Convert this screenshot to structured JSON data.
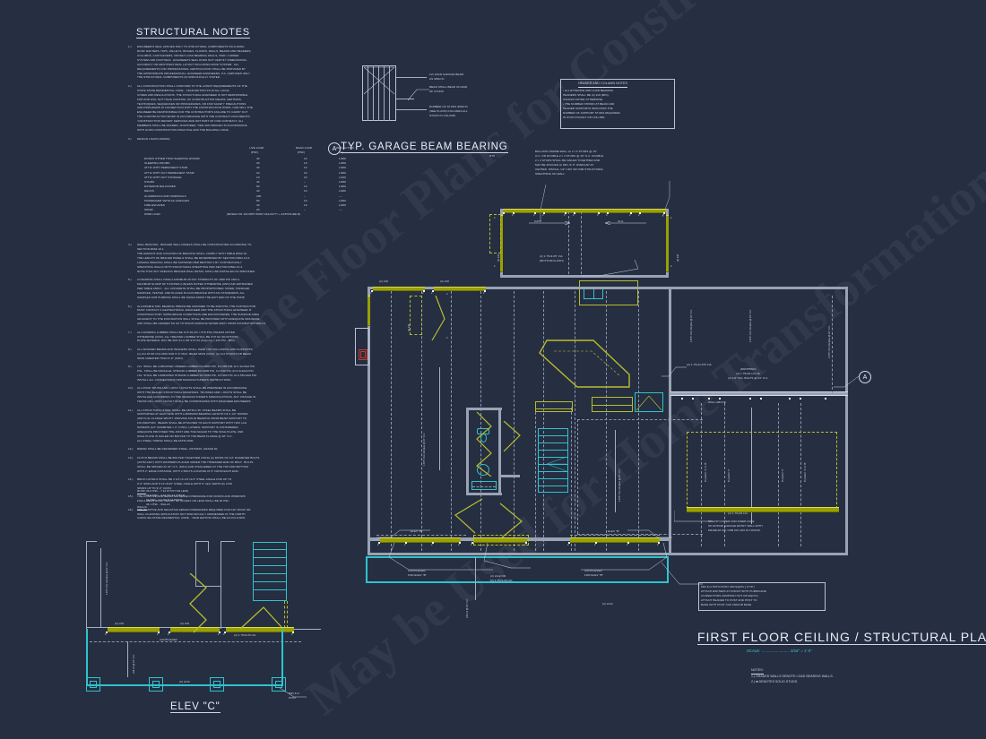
{
  "sheet": {
    "bg_color": "#262e42",
    "watermark_line1": "© Home Floor Plans for Construction",
    "watermark_line2": "May be Used for Home Transformations"
  },
  "structural_notes": {
    "heading": "STRUCTURAL NOTES",
    "items": [
      {
        "n": "1.)",
        "lines": [
          "ENGINEER'S SEAL APPLIES ONLY TO STRUCTURAL COMPONENTS INCLUDING",
          "ROOF RAFTERS, HIPS, VALLEYS, RIDGES, FLOORS, WALLS, BEAMS AND HEADERS,",
          "COLUMNS, CANTILEVERS, OFFSET LOAD BEARING WALLS, PIER / GIRDER",
          "SYSTEM AND FOOTINGS.  ENGINEER'S SEAL DOES NOT CERTIFY DIMENSIONAL",
          "ACCURACY OR ARCHITECTURAL LAYOUT INCLUDING ROOF SYSTEM.  ALL",
          "REQUIREMENTS FOR PROFESSIONAL CERTIFICATION SHALL BE PROVIDED BY",
          "THE APPROPRIATE PROFESSIONAL. ENGINEER ENGINEERS, P.A. CERTIFIES ONLY",
          "THE STRUCTURAL COMPONENTS AS SPECIFICALLY STATED."
        ]
      },
      {
        "n": "2.)",
        "lines": [
          "ALL CONSTRUCTION SHALL CONFORM TO THE LATEST REQUIREMENTS OF THE",
          "STATE STATE RESIDENTIAL CODE - YEAR EDITION PLUS ALL LOCAL",
          "CODES AND REGULATIONS. THE STRUCTURAL ENGINEER IS NOT RESPONSIBLE",
          "FOR AND WILL NOT HAVE CONTROL OF CONSTRUCTION MEANS, METHODS,",
          "TECHNIQUES, SEQUENCES OR PROCEDURES, OR FOR SAFETY PRECAUTIONS",
          "AND PROGRAMS IN CONNECTION WITH THE CONSTRUCTION WORK, NOR WILL THE",
          "ENGINEER BE RESPONSIBLE FOR THE CONTRACTOR'S FAILURE TO CARRY OUT",
          "THE CONSTRUCTION WORK IN ACCORDANCE WITH THE CONTRACT DOCUMENTS.",
          "'CONSTRUCTION REVIEW' SERVICES ARE NOT PART OF OUR CONTRACT. ALL",
          "MEMBERS SHALL BE FRAMED, ANCHORED, TIED AND BRACED IN ACCORDANCE",
          "WITH GOOD CONSTRUCTION PRACTICE AND THE BUILDING CODE."
        ]
      },
      {
        "n": "3.)",
        "lines": [
          "DESIGN LOADS (RG804)"
        ]
      },
      {
        "n": "4.)",
        "lines": [
          "WALL BRACING:  BRACED WALL PANELS SHALL BE CONSTRUCTED ACCORDING TO",
          "SECTION R602.10.1.",
          "THE AMOUNT AND LOCATION OF BRACING SHALL COMPLY WITH TABLE R602.10.",
          "THE LENGTH OF BRACED PANELS SHALL BE DETERMINED BY SECTION R602.10.4.",
          "LATERAL BRACING SHALL BE SATISFIED PER METHOD 3 BY CONTINUOUSLY",
          "SHEATHING WALLS WITH STRUCTURAL SHEATHING PER SECTION R602.10.3.",
          "NOTE THAT ANY SPECIFIC BRACED WALL DETAIL SHALL BE INSTALLED AS SPECIFIED."
        ]
      },
      {
        "n": "5.)",
        "lines": [
          "CONCRETE SHALL HAVE A MINIMUM 28 DAY STRENGTH OF 3000 PSI AND A",
          "MAXIMUM SLUMP OF 5 INCHES (UNLESS NOTED OTHERWISE (UNO) AIR ENTRAINED",
          "PER TABLE A603.1.  ALL CONCRETE SHALL BE PROPORTIONED, MIXED, HANDLED,",
          "SAMPLED, TESTED, AND PLACED IN ACCORDANCE WITH ACI STANDARDS. ALL",
          "SAMPLES FOR PUMPING SHALL BE TAKEN FROM THE EXIT END OF THE PUMP."
        ]
      },
      {
        "n": "6.)",
        "lines": [
          "ALLOWABLE SOIL BEARING PRESSURE ASSUMED TO BE 2000 PSF. THE CONTRACTOR",
          "MUST CONTACT A GEOTECHNICAL ENGINEER AND THE STRUCTURAL ENGINEER IF",
          "UNSATISFACTORY SUBSURFACE CONDITIONS ARE ENCOUNTERED. THE SURFACE AREA",
          "ADJACENT TO THE FOUNDATION WALL SHALL BE PROVIDED WITH ADEQUATE DRAINAGE",
          "AND SHALL BE GRADED SO AS TO DRAIN SURFACE WATER AWAY FROM FOUNDATION WALLS."
        ]
      },
      {
        "n": "7.)",
        "lines": [
          "ALL FRAMING LUMBER SHALL BE SYP #2 (Fb = 875 PSI) UNLESS NOTED",
          "OTHERWISE (UNO). ALL TREATED LUMBER SHALL BE SYP #2 (Fb=875 PSI).",
          "PLATE MATERIAL MAY BE SPF #1-3 OR SYP #3 (Fc(perp) = 425 PSI - MIN)."
        ]
      },
      {
        "n": "8.)",
        "lines": [
          "ALL WOODEN BEAMS AND HEADERS SHALL HAVE THE FOLLOWING END SUPPORTS:",
          "(1) 2x4 STUD COLUMN FOR 6'-0\" MAX. BEAM SPAN (UNO); (2) 2x4 STUDS FOR BEAM",
          "SPAN GREATER THAN 6'-0\" (UNO)."
        ]
      },
      {
        "n": "9.)",
        "lines": [
          "LVL  SHALL BE LAMINATED VENEER LUMBER Fb=2600 PSI, Fv=285 PSI, E=1.9x10e6 PSI.",
          "PSL  SHALL BE PARALLEL STRAND LUMBER Fb=2900 PSI, Fv=290 PSI, E=2.0x10e6 PSI.",
          "LSL  SHALL BE LAMINATED STRAND LUMBER Fb=2250 PSI, Fv=400 PSI, E=1.55x10e6 PSI.",
          "INSTALL ALL CONNECTIONS PER MANUFACTURER'S INSTRUCTIONS."
        ]
      },
      {
        "n": "10.)",
        "lines": [
          "ALL ROOF TRUSS AND I-JOIST LAYOUTS SHALL BE PREPARED IN ACCORDANCE",
          "WITH THE SEALED STRUCTURAL DRAWINGS. TRUSSES AND I-JOISTS SHALL BE",
          "INSTALLED ACCORDING TO THE MANUFACTURER'S SPECIFICATIONS. ANY CHANGE IN",
          "TRUSS OR I-JOIST LAYOUT SHALL BE COORDINATED WITH ENGINEER ENGINEERS."
        ]
      },
      {
        "n": "11.)",
        "lines": [
          "ALL STRUCTURAL STEEL SHALL BE ASTM A-36. STEEL BEAMS SHALL BE",
          "SUPPORTED AT EACH END WITH A MINIMUM BEARING LENGTH OF 3 1/2\" INCHES",
          "AND FULL FLANGE WIDTH. PROVIDE SOLID BEARING FROM BEAM SUPPORT TO",
          "FOUNDATION.  BEAMS SHALL BE ATTACHED TO EACH SUPPORT WITH TWO LAG",
          "SCREWS (1/2\" DIAMETER x 4\" LONG). LATERAL SUPPORT IS CONSIDERED",
          "ADEQUATE PROVIDED THE JOIST ARE TOE NAILED TO THE SOLE PLATE, AND",
          "SOLE PLATE IS NAILED OR BOLTED TO THE BEAM FLANGE @ 48\" O.C. .",
          "ALL STEEL TUBING SHALL BE ASTM A500."
        ]
      },
      {
        "n": "12.)",
        "lines": [
          "REBAR SHALL BE DEFORMED STEEL, ASTM615, GRADE 60."
        ]
      },
      {
        "n": "13.)",
        "lines": [
          "FLITCH BEAMS SHALL BE BOLTED TOGETHER USING (2) ROWS OF 1/2\" DIAMETER BOLTS",
          "(ASTM A307) WITH WASHERS PLACED UNDER THE THREADED END OF BOLT.  BOLTS",
          "SHALL BE SPACED AT 24\" O.C. (MAX) AND STAGGERED AT THE TOP AND BOTTOM",
          "WITH 2\" EDGE DISTANCE, WITH 2 BOLTS LOCATED AT 6\" FROM EACH END."
        ]
      },
      {
        "n": "14.)",
        "lines": [
          "BRICK LINTELS SHALL BE 3 1/2\"x3 1/2\"x1/4\" STEEL ANGLE FOR UP TO",
          "6'-0\" SPAN AND 6\"x4\"x5/16\" STEEL ANGLE WITH 6\" LEG VERTICAL FOR",
          "SPANS UP TO 9'-0\" (UNO)."
        ]
      },
      {
        "n": "15.)",
        "lines": [
          "THE POSITIVE AND NEGATIVE DESIGN PRESSURE FOR DOORS AND WINDOWS",
          "FOR A MEAN ROOF HEIGHT OF 30 FEET OR LESS SHALL BE 25 PSF."
        ]
      },
      {
        "n": "16.)",
        "lines": [
          "THE POSITIVE AND NEGATIVE DESIGN PRESSURES REQUIRED FOR ANY ROOF OR",
          "WALL CLADDING APPLICATION NOT SPECIFICALLY ADDRESSED IN THE NORTH",
          "CAROLINA STATE RESIDENTIAL CODE - YEAR EDITION SHALL BE AS FOLLOWS:"
        ]
      }
    ],
    "pressure_block": {
      "roof_label": "ROOF:",
      "roof_lines": [
        "45.6 PSF - 7:12 PITCH OR LESS",
        "34.8 PSF - 7:12 TO 1:1 PITCH",
        "31 PSF - 1:1 TO 5:12 PITCH"
      ],
      "walls_label": "WALLS:",
      "walls_lines": [
        "34.1 PSF - WALLS"
      ]
    }
  },
  "design_loads": {
    "title": "DESIGN LOADS (R301.4)",
    "columns": [
      "",
      "LIVE LOAD\n(PSF)",
      "DEAD LOAD\n(PSF)",
      "DEFLECTION\n(LL)"
    ],
    "col1": "LIVE LOAD",
    "col1sub": "(PSF)",
    "col2": "DEAD LOAD",
    "col2sub": "(PSF)",
    "col3": "DEFLECTION",
    "col3sub": "(LL)",
    "rows": [
      {
        "label": "ROOFS OTHER THAN SLEEPING ROOMS",
        "live": "40",
        "dead": "10",
        "defl": "L/360"
      },
      {
        "label": "SLEEPING ROOMS",
        "live": "30",
        "dead": "10",
        "defl": "L/360"
      },
      {
        "label": "ATTIC WITH PERMANENT STAIR",
        "live": "40",
        "dead": "10",
        "defl": "L/360"
      },
      {
        "label": "ATTIC WITH OUT PERMANENT STAIR",
        "live": "20",
        "dead": "10",
        "defl": "L/360"
      },
      {
        "label": "ATTIC WITH OUT STORAGE",
        "live": "10",
        "dead": "10",
        "defl": "L/240"
      },
      {
        "label": "STAIRS",
        "live": "40",
        "dead": "--",
        "defl": "L/360"
      },
      {
        "label": "EXTERIOR BALCONIES",
        "live": "60",
        "dead": "10",
        "defl": "L/360"
      },
      {
        "label": "DECKS",
        "live": "40",
        "dead": "10",
        "defl": "L/360"
      },
      {
        "label": "GUARDRAILS AND HANDRAILS",
        "live": "200",
        "dead": "--",
        "defl": "----"
      },
      {
        "label": "PASSENGER VEHICLE GARAGES",
        "live": "50",
        "dead": "10",
        "defl": "L/360"
      },
      {
        "label": "FIRE ESCAPES",
        "live": "40",
        "dead": "10",
        "defl": "L/360"
      },
      {
        "label": "SNOW",
        "live": "20",
        "dead": "--",
        "defl": "----"
      },
      {
        "label": "WIND LOAD",
        "live": "(BASED ON 100 MPH WIND VELOCITY + EXPOSURE B)",
        "dead": "",
        "defl": ""
      }
    ]
  },
  "garage_beam_detail": {
    "title": "TYP. GARAGE BEAM BEARING",
    "bubble": "A",
    "scale": "NTS",
    "callouts": [
      [
        "LVL MAIN GARAGE BEAM",
        "AS SPEC'D"
      ],
      [
        "BEAM SHALL BEAR ON END",
        "OF STUDS"
      ],
      [
        "NUMBER OF STUDS SPEC'D",
        "(SEE PLANS) INCLUDES ALL",
        "STUDS IN COLUMN"
      ]
    ]
  },
  "header_column_notes": {
    "heading": "HEADER AND COLUMN NOTES",
    "lines": [
      "• ALL EXTERIOR AND LOAD BEARING",
      "HEADERS SHALL BE (2) 2x8 (MIN),",
      "UNLESS NOTED OTHERWISE.",
      "• THE NUMBER SHOWN AT BEAM AND",
      "HEADER SUPPORTS INDICATES THE",
      "NUMBER OF SUPPORT STUDS REQUIRED",
      "IN STUD POCKET OR COLUMN."
    ]
  },
  "balloon_note": {
    "lines": [
      "BALLOON FRAME WALL w/ 2 x 6 STUDS @ 16\"",
      "O.C. OR DOUBLE 2 x 4 STUDS @ 16\" O.C. DOUBLE",
      "2 x 4 STUDS SHALL BE NAILED TOGETHER AND",
      "MAY BE SPLICED w/ MIN. 8'-0\" OVERLAP AT",
      "CENTER. INSTALL 1/2\" CDX OR OSB STRUCTURAL",
      "SHEATHING ON WALL."
    ]
  },
  "sheath_note": {
    "lines": [
      "SHEATH OUTER AND INNER FACE",
      "OF ENTIRE GARAGE ENTRY WALL WITH",
      "MINIMUM 3/8\" OSB OR CDX PLYWOOD."
    ]
  },
  "post_note": {
    "lines": [
      "MIN 4x4 TRT'D POST (OR EQUIV.) (TYP.)",
      "ATTACH RAFTERS AT PORCH WITH HURRICANE",
      "CONNECTORS (SIMPSON H2.5 OR EQUIV.)",
      "ATTACH HEADER TO POST AND POST TO",
      "BASE WITH POST CAP AND/OR BASE"
    ]
  },
  "plan": {
    "title": "FIRST FLOOR CEILING / STRUCTURAL PLAN",
    "scale": "SCALE: ......................... 3/16\" = 1'-0\"",
    "notes_heading": "NOTES:",
    "notes": [
      "1.) SHADED WALLS DENOTE LOAD BEARING WALLS.",
      "2.) ■ DENOTES SOLID STUDS."
    ],
    "bubble_right": "A",
    "labels": {
      "lvl_bottom_flush": [
        "(2) 1.75x9.25\" LVL",
        "(BOTTOM FLUSH)"
      ],
      "lvl_right": "(2) 1.75x11.875 LVL",
      "dropped": [
        "(DROPPED)",
        "(4) 1.75x18 LVL W/",
        "(2) 1/2\" DIA. BOLTS @ 24\" O.C."
      ],
      "wall_above": "WALL ABOVE",
      "lvl_bottom_right": "(2) 1.75x18 LVL",
      "cantilever_left": [
        "CANTILEVER",
        "FOR ELEV \"B\""
      ],
      "cantilever_right": [
        "CANTILEVER",
        "FOR ELEV \"B\""
      ],
      "cantilever_mid": [
        "(2) 2x12 OR",
        "(2) 1.75x9.25 LVL"
      ],
      "elev_b_left": "ELEV \"B\"",
      "elev_b_right": "ELEV \"B\"",
      "beam_2x8": "(2) 2x8",
      "beam_2x10": "(2) 2x10",
      "cath": "CATH",
      "clg": "CLG",
      "joist_typ": "1.875\" LVL 312 plus @ 16\" O.C.",
      "joist_typ2": "2x8 CJ @ 16\" O.C.",
      "elev_a_b": "B.) ELEV. \"A\" & \"B\"",
      "elev_c": "B.) ELEV \"C\""
    }
  },
  "elev_c": {
    "title": "ELEV \"C\"",
    "cantilever": "CANTILEVER",
    "post_label": [
      "MIN 4x4",
      "POST"
    ],
    "beam_2x8": "(2) 2x8",
    "beam_2x10": "(2) 2x10",
    "lvl": "(2) 1.75x9.25 LVL",
    "joist_note": "1.875\" LVL 312 plus @ 16\" O.C.",
    "joist_note2": "2x8 CJ @ 16\" O.C."
  },
  "colors": {
    "background": "#262e42",
    "line_white": "#cfd6e4",
    "cyan": "#2fc3cc",
    "yellow_beam": "#9aa000",
    "gray_wall": "#9aa3b4",
    "red": "#c0392b"
  }
}
